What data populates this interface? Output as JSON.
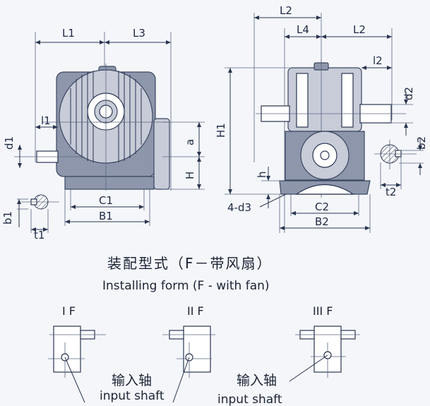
{
  "front_view": {
    "L1": "L1",
    "L3": "L3",
    "l1": "l1",
    "d1": "d1",
    "a": "a",
    "H": "H",
    "C1": "C1",
    "B1": "B1",
    "b1": "b1",
    "t1": "t1"
  },
  "side_view": {
    "L2_top": "L2",
    "L4": "L4",
    "L2": "L2",
    "l2": "l2",
    "d2": "d2",
    "H1": "H1",
    "h": "h",
    "b2": "b2",
    "t2": "t2",
    "holes": "4-d3",
    "C2": "C2",
    "B2": "B2"
  },
  "caption": {
    "chinese": "装配型式（F－带风扇）",
    "english": "Installing form  (F - with fan)"
  },
  "forms": [
    {
      "label": "I F"
    },
    {
      "label": "II F"
    },
    {
      "label": "III F"
    }
  ],
  "input_shaft": {
    "chinese": "输入轴",
    "english": "input shaft"
  }
}
